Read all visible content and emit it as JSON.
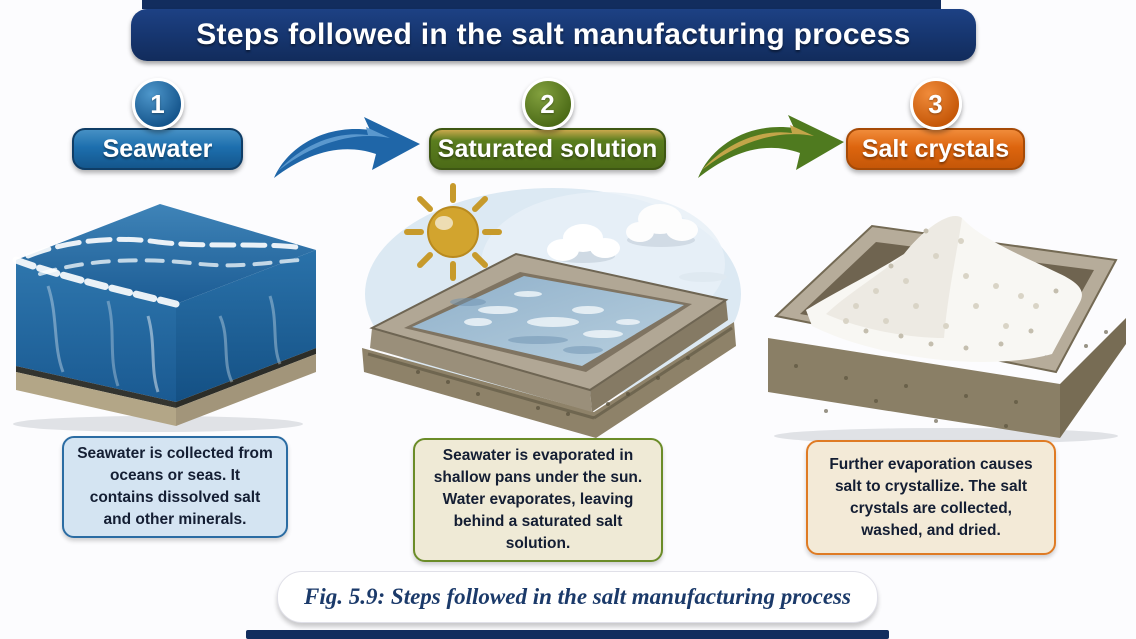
{
  "banner": {
    "title": "Steps followed in the salt manufacturing process"
  },
  "steps": [
    {
      "number": "1",
      "label": "Seawater",
      "accent_color": "#1d6fae",
      "description": "Seawater is collected from oceans or seas. It contains dissolved salt and other minerals.",
      "illustration": "seawater-ocean-block"
    },
    {
      "number": "2",
      "label": "Saturated solution",
      "accent_color": "#5a7d1e",
      "description": "Seawater is evaporated in shallow pans under the sun. Water evaporates, leaving behind a saturated salt solution.",
      "illustration": "evaporation-pan-under-sun"
    },
    {
      "number": "3",
      "label": "Salt crystals",
      "accent_color": "#dd650e",
      "description": "Further evaporation causes salt to crystallize. The salt crystals are collected, washed, and dried.",
      "illustration": "salt-crystal-pile-in-pan"
    }
  ],
  "arrows": [
    {
      "from": "Seawater",
      "to": "Saturated solution",
      "color": "#1f66a8"
    },
    {
      "from": "Saturated solution",
      "to": "Salt crystals",
      "color": "#4f7a1f"
    }
  ],
  "caption": "Fig. 5.9: Steps followed in the salt manufacturing process",
  "colors": {
    "banner_bg": "#16356e",
    "box1_bg": "#d4e4f2",
    "box1_border": "#2b6ca3",
    "box2_bg": "#efead6",
    "box2_border": "#6b8c28",
    "box3_bg": "#f3ead7",
    "box3_border": "#df7b24"
  }
}
